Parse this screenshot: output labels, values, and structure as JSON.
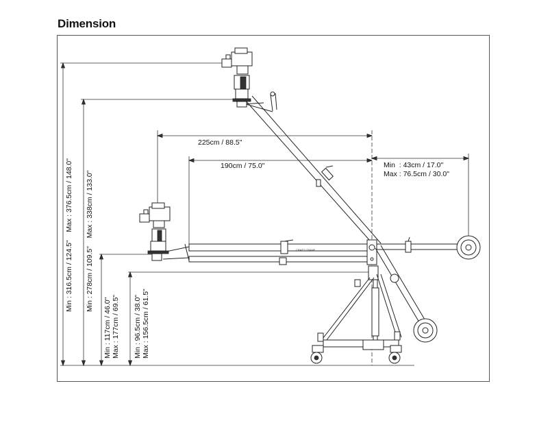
{
  "title": "Dimension",
  "labels": {
    "h_total": "Min : 316.5cm / 124.5\"    Max : 376.5cm / 148.0\"",
    "h_arm": "Min : 278cm / 109.5\"    Max : 338cm / 133.0\"",
    "h_mid": "Min : 117cm / 46.0\"",
    "h_mid2": "Max : 177cm / 69.5\"",
    "h_low": "Min : 96.5cm / 38.0\"",
    "h_low2": "Max : 156.5cm / 61.5\"",
    "w_225": "225cm / 88.5\"",
    "w_190": "190cm / 75.0\"",
    "w_rear_min": "Min  : 43cm / 17.0\"",
    "w_rear_max": "Max : 76.5cm / 30.0\""
  },
  "arm_text": "CRAFT CRANE",
  "colors": {
    "line": "#333333",
    "frame": "#555555"
  },
  "icons": [
    "camera-head-icon",
    "counterweight-icon",
    "dolly-wheel-icon"
  ]
}
